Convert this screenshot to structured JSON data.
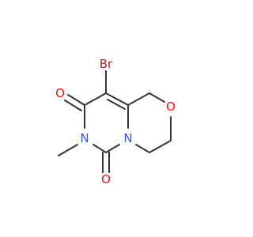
{
  "molecule": {
    "atoms": {
      "br": {
        "label": "Br",
        "color": "#a52a2a"
      },
      "o_top": {
        "label": "O",
        "color": "#ff0d0d"
      },
      "o_bottom": {
        "label": "O",
        "color": "#ff0d0d"
      },
      "o_ring": {
        "label": "O",
        "color": "#ff0d0d"
      },
      "n_methyl": {
        "label": "N",
        "color": "#3050f8"
      },
      "n_bridge": {
        "label": "N",
        "color": "#3050f8"
      }
    },
    "bond_color": "#333333"
  }
}
